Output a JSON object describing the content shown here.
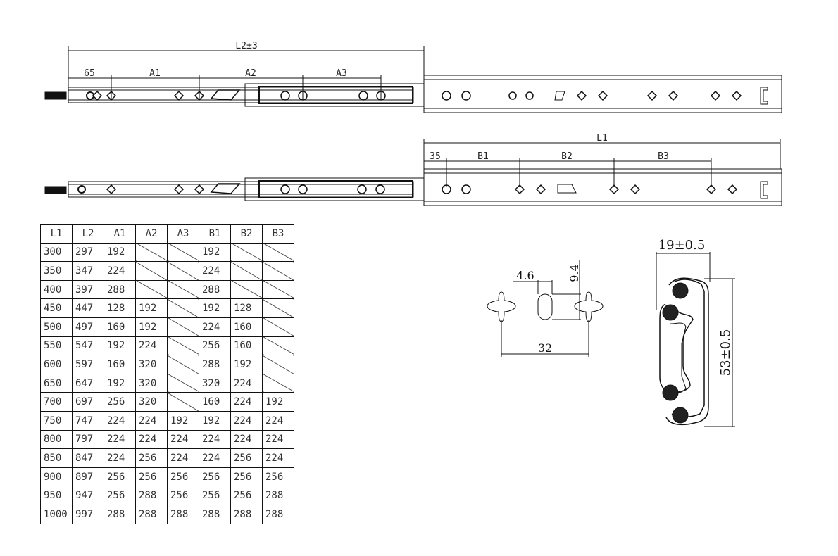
{
  "top_view": {
    "overall_label": "L2±3",
    "segments": [
      "65",
      "A1",
      "A2",
      "A3"
    ]
  },
  "bottom_view": {
    "overall_label": "L1",
    "segments": [
      "35",
      "B1",
      "B2",
      "B3"
    ]
  },
  "hole_detail": {
    "slot_width": "4.6",
    "slot_height": "9.4",
    "pitch": "32"
  },
  "cross_section": {
    "width": "19±0.5",
    "height": "53±0.5"
  },
  "table": {
    "headers": [
      "L1",
      "L2",
      "A1",
      "A2",
      "A3",
      "B1",
      "B2",
      "B3"
    ],
    "rows": [
      [
        "300",
        "297",
        "192",
        null,
        null,
        "192",
        null,
        null
      ],
      [
        "350",
        "347",
        "224",
        null,
        null,
        "224",
        null,
        null
      ],
      [
        "400",
        "397",
        "288",
        null,
        null,
        "288",
        null,
        null
      ],
      [
        "450",
        "447",
        "128",
        "192",
        null,
        "192",
        "128",
        null
      ],
      [
        "500",
        "497",
        "160",
        "192",
        null,
        "224",
        "160",
        null
      ],
      [
        "550",
        "547",
        "192",
        "224",
        null,
        "256",
        "160",
        null
      ],
      [
        "600",
        "597",
        "160",
        "320",
        null,
        "288",
        "192",
        null
      ],
      [
        "650",
        "647",
        "192",
        "320",
        null,
        "320",
        "224",
        null
      ],
      [
        "700",
        "697",
        "256",
        "320",
        null,
        "160",
        "224",
        "192"
      ],
      [
        "750",
        "747",
        "224",
        "224",
        "192",
        "192",
        "224",
        "224"
      ],
      [
        "800",
        "797",
        "224",
        "224",
        "224",
        "224",
        "224",
        "224"
      ],
      [
        "850",
        "847",
        "224",
        "256",
        "224",
        "224",
        "256",
        "224"
      ],
      [
        "900",
        "897",
        "256",
        "256",
        "256",
        "256",
        "256",
        "256"
      ],
      [
        "950",
        "947",
        "256",
        "288",
        "256",
        "256",
        "256",
        "288"
      ],
      [
        "1000",
        "997",
        "288",
        "288",
        "288",
        "288",
        "288",
        "288"
      ]
    ]
  }
}
